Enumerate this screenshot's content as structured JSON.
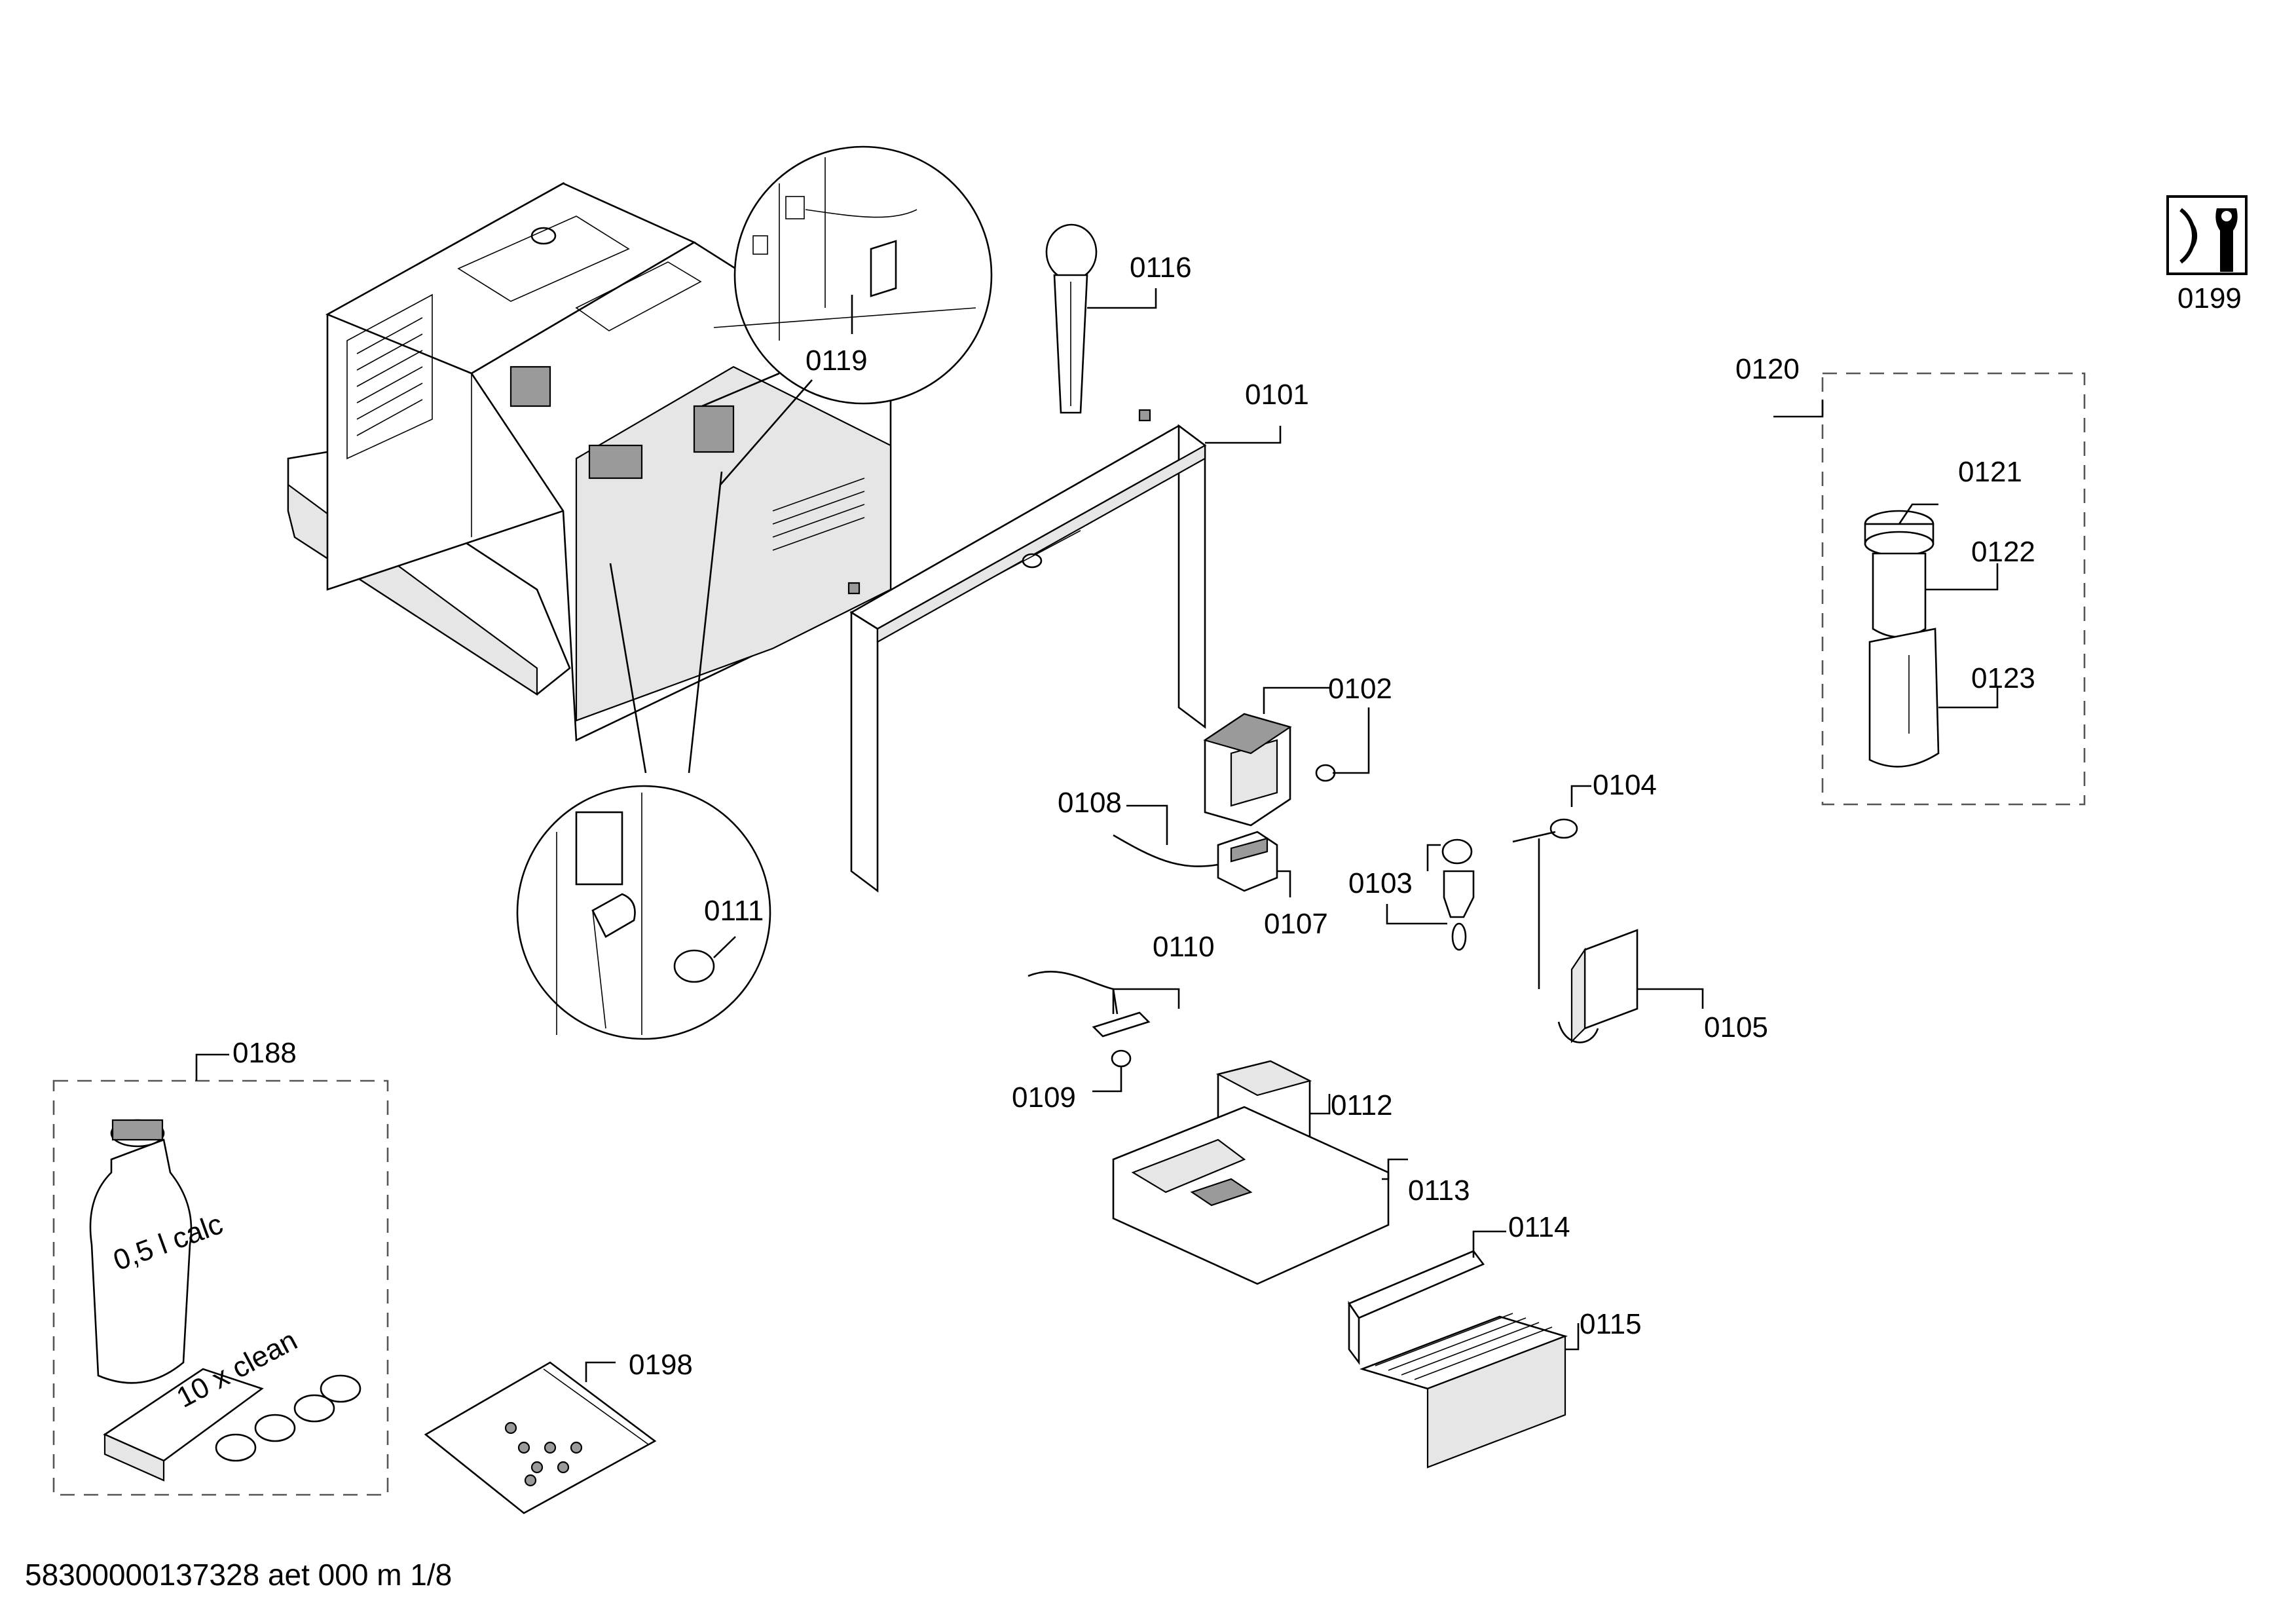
{
  "footer": {
    "document_code": "58300000137328 aet 000 m 1/8"
  },
  "service_icon": {
    "icon": "wrench-service-icon",
    "label": "0199"
  },
  "callouts": {
    "c0101": "0101",
    "c0102": "0102",
    "c0103": "0103",
    "c0104": "0104",
    "c0105": "0105",
    "c0107": "0107",
    "c0108": "0108",
    "c0109": "0109",
    "c0110": "0110",
    "c0111": "0111",
    "c0112": "0112",
    "c0113": "0113",
    "c0114": "0114",
    "c0115": "0115",
    "c0116": "0116",
    "c0119": "0119",
    "c0120": "0120",
    "c0121": "0121",
    "c0122": "0122",
    "c0123": "0123",
    "c0188": "0188",
    "c0198": "0198"
  },
  "product_labels": {
    "bottle": "0,5 l calc",
    "tablet_box": "10 x clean"
  }
}
